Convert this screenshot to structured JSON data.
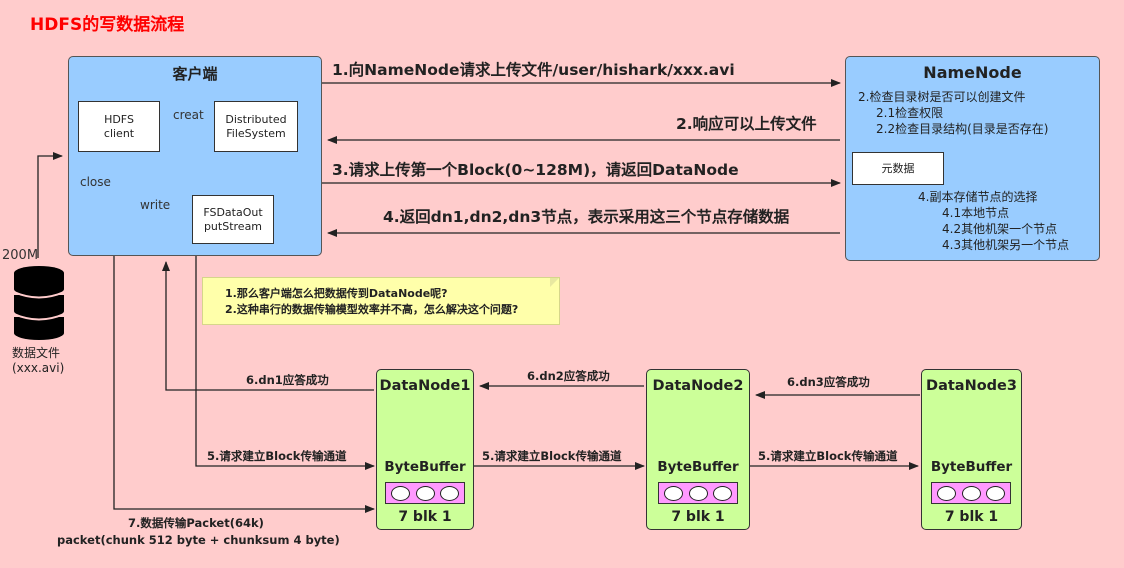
{
  "title": "HDFS的写数据流程",
  "client": {
    "title": "客户端",
    "hdfs_client": "HDFS\nclient",
    "distributed_fs": "Distributed\nFileSystem",
    "fsdataoutputstream": "FSDataOut\nputStream",
    "label_creat": "creat",
    "label_write": "write",
    "label_close": "close"
  },
  "data_file": {
    "size": "200M",
    "name": "数据文件",
    "filename": "(xxx.avi)"
  },
  "namenode": {
    "title": "NameNode",
    "lines_top": [
      "2.检查目录树是否可以创建文件",
      "2.1检查权限",
      "2.2检查目录结构(目录是否存在)"
    ],
    "metadata": "元数据",
    "lines_bottom": [
      "4.副本存储节点的选择",
      "4.1本地节点",
      "4.2其他机架一个节点",
      "4.3其他机架另一个节点"
    ]
  },
  "messages": {
    "m1": "1.向NameNode请求上传文件/user/hishark/xxx.avi",
    "m2": "2.响应可以上传文件",
    "m3": "3.请求上传第一个Block(0~128M)，请返回DataNode",
    "m4": "4.返回dn1,dn2,dn3节点，表示采用这三个节点存储数据",
    "m5a": "5.请求建立Block传输通道",
    "m5b": "5.请求建立Block传输通道",
    "m5c": "5.请求建立Block传输通道",
    "m6a": "6.dn1应答成功",
    "m6b": "6.dn2应答成功",
    "m6c": "6.dn3应答成功",
    "m7a": "7.数据传输Packet(64k)",
    "m7b": "packet(chunk 512 byte + chunksum 4 byte)"
  },
  "note": {
    "lines": [
      "1.那么客户端怎么把数据传到DataNode呢?",
      "2.这种串行的数据传输模型效率并不高，怎么解决这个问题?"
    ]
  },
  "datanodes": [
    {
      "title": "DataNode1",
      "buffer": "ByteBuffer",
      "blk": "7 blk 1"
    },
    {
      "title": "DataNode2",
      "buffer": "ByteBuffer",
      "blk": "7 blk 1"
    },
    {
      "title": "DataNode3",
      "buffer": "ByteBuffer",
      "blk": "7 blk 1"
    }
  ],
  "colors": {
    "background": "#ffcccc",
    "title": "#ff0000",
    "client_box": "#99ccff",
    "datanode_box": "#ccff99",
    "buffer": "#ff99ff",
    "note": "#ffffaa"
  }
}
